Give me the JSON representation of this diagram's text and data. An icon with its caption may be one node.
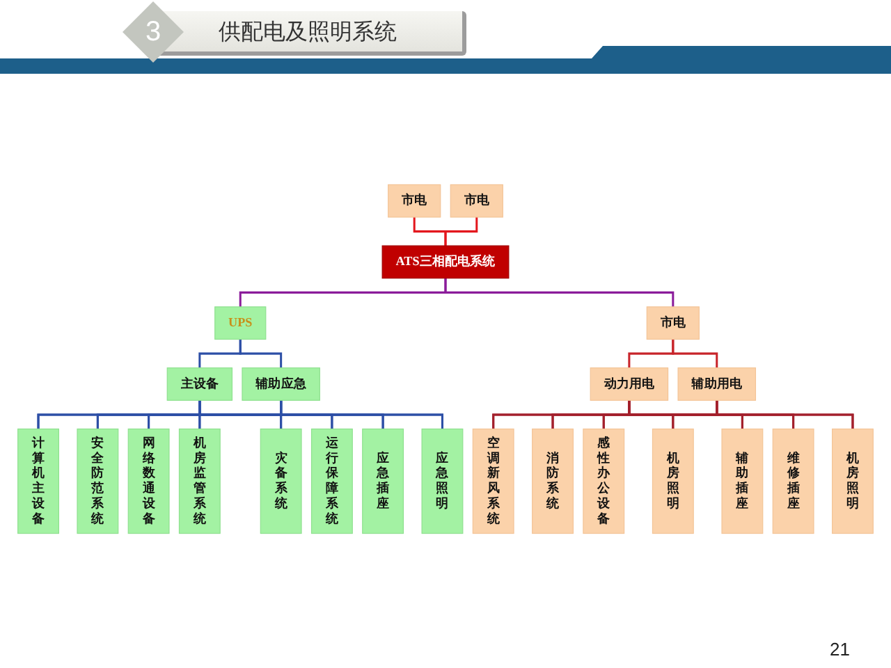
{
  "diagram": {
    "title": "供配电及照明系统",
    "nodes": [
      {
        "text": [
          "市电"
        ]
      },
      {
        "text": [
          "市电"
        ]
      },
      {
        "text": [
          "ATS三相配电系统"
        ]
      },
      {
        "text": [
          "UPS"
        ]
      },
      {
        "text": [
          "市电"
        ]
      },
      {
        "text": [
          "主设备"
        ]
      },
      {
        "text": [
          "辅助应急"
        ]
      },
      {
        "text": [
          "动力用电"
        ]
      },
      {
        "text": [
          "辅助用电"
        ]
      },
      {
        "text": [
          "计算机主设备"
        ]
      },
      {
        "text": [
          "安全防范系统"
        ]
      },
      {
        "text": [
          "网络数通设备"
        ]
      },
      {
        "text": [
          "机房监管系统"
        ]
      },
      {
        "text": [
          "灾备系统"
        ]
      },
      {
        "text": [
          "运行保障系统"
        ]
      },
      {
        "text": [
          "应急插座"
        ]
      },
      {
        "text": [
          "应急照明"
        ]
      },
      {
        "text": [
          "空调新风系统"
        ]
      },
      {
        "text": [
          "消防系统"
        ]
      },
      {
        "text": [
          "感性办公设备"
        ]
      },
      {
        "text": [
          "机房照明"
        ]
      },
      {
        "text": [
          "辅助插座"
        ]
      },
      {
        "text": [
          "维修插座"
        ]
      },
      {
        "text": [
          "机房照明"
        ]
      }
    ],
    "edges": [
      {
        "from": 0,
        "to": 2,
        "arrow": "none",
        "color": "#e3171d"
      },
      {
        "from": 1,
        "to": 2,
        "arrow": "none",
        "color": "#e3171d"
      },
      {
        "from": 2,
        "to": 3,
        "arrow": "none",
        "color": "#8b1c9a"
      },
      {
        "from": 2,
        "to": 4,
        "arrow": "none",
        "color": "#8b1c9a"
      },
      {
        "from": 3,
        "to": 5,
        "arrow": "none"
      },
      {
        "from": 3,
        "to": 6,
        "arrow": "none"
      },
      {
        "from": 4,
        "to": 7,
        "arrow": "none",
        "color": "#c8242a"
      },
      {
        "from": 4,
        "to": 8,
        "arrow": "none",
        "color": "#c8242a"
      },
      {
        "from": 5,
        "to": 9,
        "arrow": "none"
      },
      {
        "from": 5,
        "to": 10,
        "arrow": "none"
      },
      {
        "from": 5,
        "to": 11,
        "arrow": "none"
      },
      {
        "from": 5,
        "to": 12,
        "arrow": "none"
      },
      {
        "from": 5,
        "to": 13,
        "arrow": "none"
      },
      {
        "from": 5,
        "to": 14,
        "arrow": "none"
      },
      {
        "from": 5,
        "to": 15,
        "arrow": "none"
      },
      {
        "from": 5,
        "to": 16,
        "arrow": "none"
      },
      {
        "from": 6,
        "to": 9,
        "arrow": "none"
      },
      {
        "from": 6,
        "to": 10,
        "arrow": "none"
      },
      {
        "from": 6,
        "to": 11,
        "arrow": "none"
      },
      {
        "from": 6,
        "to": 12,
        "arrow": "none"
      },
      {
        "from": 6,
        "to": 13,
        "arrow": "none"
      },
      {
        "from": 6,
        "to": 14,
        "arrow": "none"
      },
      {
        "from": 6,
        "to": 15,
        "arrow": "none"
      },
      {
        "from": 6,
        "to": 16,
        "arrow": "none"
      },
      {
        "from": 7,
        "to": 17,
        "arrow": "none",
        "color": "#a3202c"
      },
      {
        "from": 7,
        "to": 18,
        "arrow": "none",
        "color": "#a3202c"
      },
      {
        "from": 7,
        "to": 19,
        "arrow": "none",
        "color": "#a3202c"
      },
      {
        "from": 7,
        "to": 20,
        "arrow": "none",
        "color": "#a3202c"
      },
      {
        "from": 7,
        "to": 21,
        "arrow": "none",
        "color": "#a3202c"
      },
      {
        "from": 7,
        "to": 22,
        "arrow": "none",
        "color": "#a3202c"
      },
      {
        "from": 7,
        "to": 23,
        "arrow": "none",
        "color": "#a3202c"
      },
      {
        "from": 8,
        "to": 17,
        "arrow": "none",
        "color": "#a3202c"
      },
      {
        "from": 8,
        "to": 18,
        "arrow": "none",
        "color": "#a3202c"
      },
      {
        "from": 8,
        "to": 19,
        "arrow": "none",
        "color": "#a3202c"
      },
      {
        "from": 8,
        "to": 20,
        "arrow": "none",
        "color": "#a3202c"
      },
      {
        "from": 8,
        "to": 21,
        "arrow": "none",
        "color": "#a3202c"
      },
      {
        "from": 8,
        "to": 22,
        "arrow": "none",
        "color": "#a3202c"
      },
      {
        "from": 8,
        "to": 23,
        "arrow": "none",
        "color": "#a3202c"
      }
    ],
    "labels": [
      "3",
      "21"
    ]
  }
}
